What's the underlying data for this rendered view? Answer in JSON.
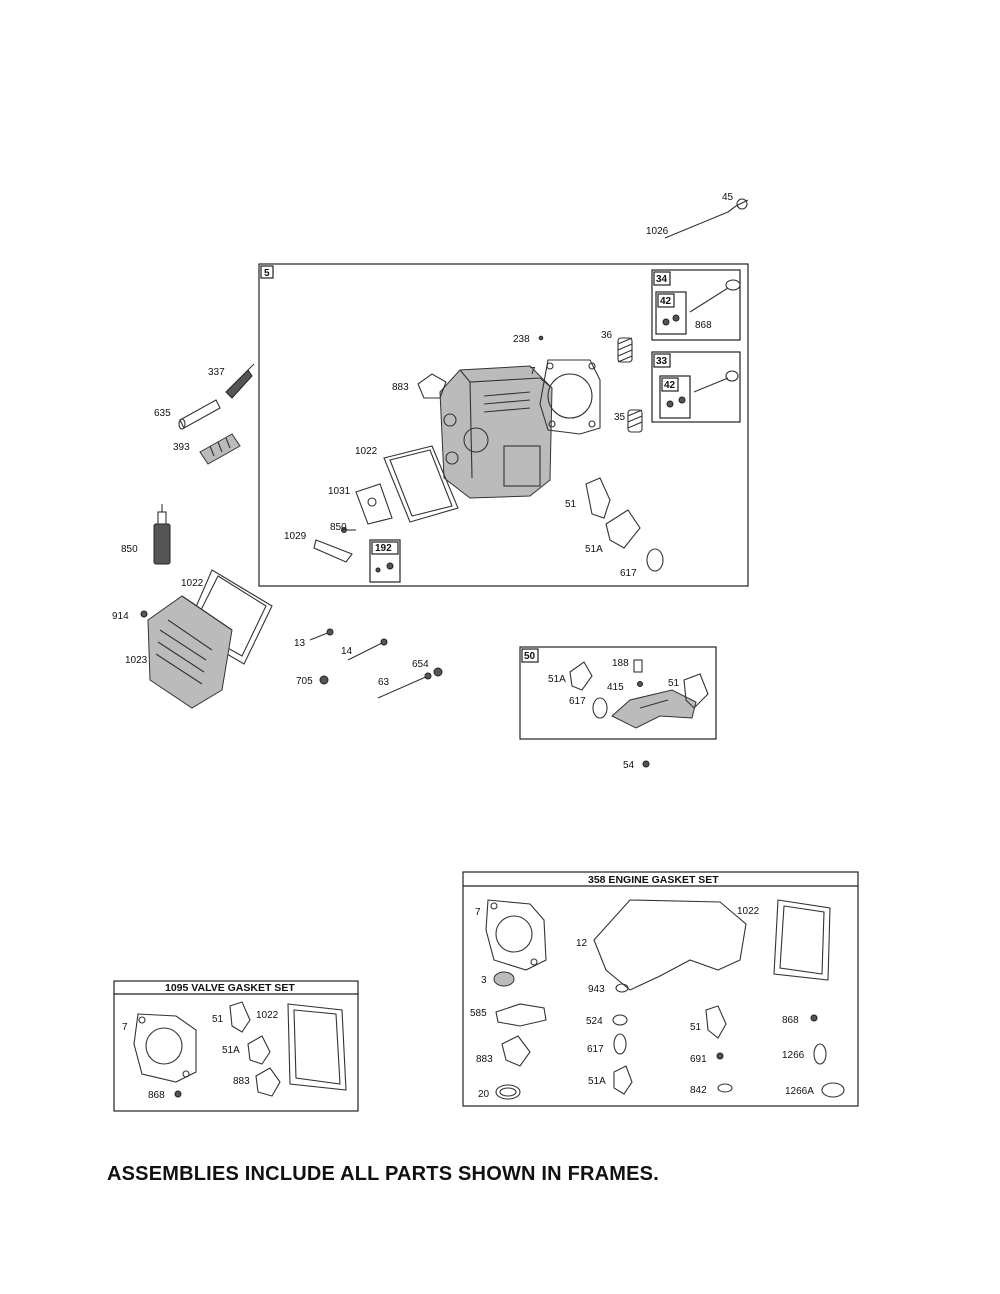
{
  "main_frame": {
    "tag": "5"
  },
  "sub_frames": {
    "f34": {
      "tag": "34",
      "inner_tag": "42"
    },
    "f33": {
      "tag": "33",
      "inner_tag": "42"
    },
    "f192": {
      "tag": "192"
    },
    "f50": {
      "tag": "50"
    }
  },
  "engine_gasket_set": {
    "title": "358 ENGINE GASKET SET"
  },
  "valve_gasket_set": {
    "title": "1095 VALVE GASKET SET"
  },
  "labels": {
    "top": [
      "45",
      "1026"
    ],
    "main": [
      "238",
      "36",
      "868",
      "883",
      "7",
      "35",
      "1022",
      "1031",
      "51",
      "1029",
      "850",
      "51A",
      "617"
    ],
    "left": [
      "337",
      "635",
      "393",
      "850",
      "914",
      "1022",
      "1023"
    ],
    "lower": [
      "13",
      "14",
      "705",
      "63",
      "654",
      "54"
    ],
    "f50": [
      "51A",
      "188",
      "415",
      "51",
      "617"
    ],
    "engine": [
      "7",
      "1022",
      "12",
      "3",
      "943",
      "585",
      "524",
      "51",
      "868",
      "883",
      "617",
      "691",
      "1266",
      "20",
      "51A",
      "842",
      "1266A"
    ],
    "valve": [
      "7",
      "51",
      "1022",
      "51A",
      "883",
      "868"
    ]
  },
  "footer": {
    "note": "ASSEMBLIES INCLUDE ALL PARTS SHOWN IN FRAMES."
  }
}
